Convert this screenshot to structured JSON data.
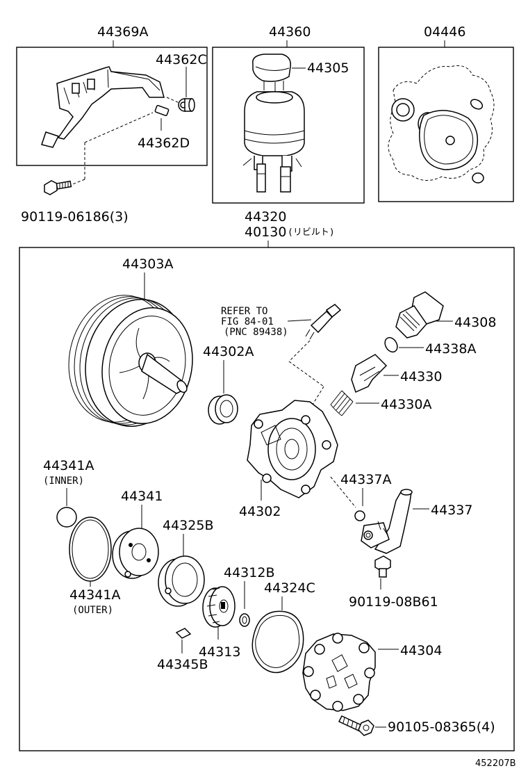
{
  "labels": {
    "l_44369A": "44369A",
    "l_44360": "44360",
    "l_04446": "04446",
    "l_44362C": "44362C",
    "l_44305": "44305",
    "l_44362D": "44362D",
    "l_90119_06186": "90119-06186(3)",
    "l_44320": "44320",
    "l_40130": "40130",
    "l_40130_note": "(リビルト)",
    "l_44303A": "44303A",
    "refer_line1": "REFER TO",
    "refer_line2": "FIG 84-01",
    "refer_line3": "(PNC 89438)",
    "l_44308": "44308",
    "l_44302A": "44302A",
    "l_44338A": "44338A",
    "l_44330": "44330",
    "l_44330A": "44330A",
    "l_44341A_top": "44341A",
    "l_inner": "(INNER)",
    "l_44341": "44341",
    "l_44325B": "44325B",
    "l_44337A": "44337A",
    "l_44302": "44302",
    "l_44337": "44337",
    "l_44341A_bottom": "44341A",
    "l_outer": "(OUTER)",
    "l_44312B": "44312B",
    "l_44324C": "44324C",
    "l_90119_08B61": "90119-08B61",
    "l_44313": "44313",
    "l_44345B": "44345B",
    "l_44304": "44304",
    "l_90105_08365": "90105-08365(4)",
    "l_figure_id": "452207B"
  }
}
